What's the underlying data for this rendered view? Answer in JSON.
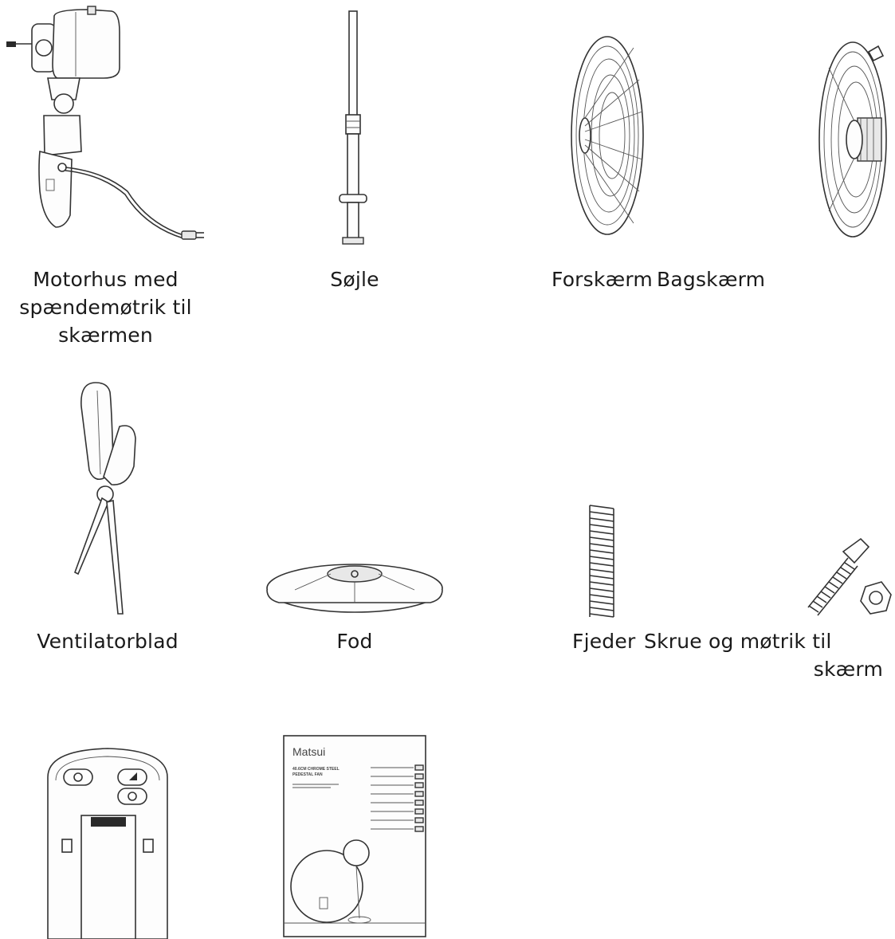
{
  "parts": {
    "motor_housing": {
      "label_lines": [
        "Motorhus med",
        "spændemøtrik til",
        "skærmen"
      ]
    },
    "column": {
      "label": "Søjle"
    },
    "front_guard": {
      "label": "Forskærm"
    },
    "rear_guard": {
      "label": "Bagskærm"
    },
    "fan_blade": {
      "label": "Ventilatorblad"
    },
    "base": {
      "label": "Fod"
    },
    "spring": {
      "label": "Fjeder"
    },
    "screw_nut": {
      "label_lines": [
        "Skrue og møtrik til",
        "skærm"
      ]
    }
  },
  "manual": {
    "brand": "Matsui",
    "title_lines": [
      "40.6CM CHROME STEEL",
      "PEDESTAL FAN"
    ]
  }
}
